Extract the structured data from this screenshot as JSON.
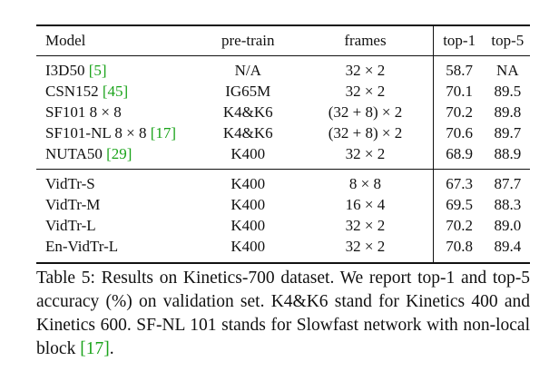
{
  "table": {
    "headers": [
      "Model",
      "pre-train",
      "frames",
      "top-1",
      "top-5"
    ],
    "group1": [
      {
        "model": "I3D50 ",
        "cite": "[5]",
        "model_suffix": "",
        "pretrain": "N/A",
        "frames": "32 × 2",
        "top1": "58.7",
        "top5": "NA"
      },
      {
        "model": "CSN152 ",
        "cite": "[45]",
        "model_suffix": "",
        "pretrain": "IG65M",
        "frames": "32 × 2",
        "top1": "70.1",
        "top5": "89.5"
      },
      {
        "model": "SF101 8 × 8",
        "cite": "",
        "model_suffix": "",
        "pretrain": "K4&K6",
        "frames": "(32 + 8) × 2",
        "top1": "70.2",
        "top5": "89.8"
      },
      {
        "model": "SF101-NL 8 × 8 ",
        "cite": "[17]",
        "model_suffix": "",
        "pretrain": "K4&K6",
        "frames": "(32 + 8) × 2",
        "top1": "70.6",
        "top5": "89.7"
      },
      {
        "model": "NUTA50 ",
        "cite": "[29]",
        "model_suffix": "",
        "pretrain": "K400",
        "frames": "32 × 2",
        "top1": "68.9",
        "top5": "88.9"
      }
    ],
    "group2": [
      {
        "model": "VidTr-S",
        "cite": "",
        "model_suffix": "",
        "pretrain": "K400",
        "frames": "8 × 8",
        "top1": "67.3",
        "top5": "87.7"
      },
      {
        "model": "VidTr-M",
        "cite": "",
        "model_suffix": "",
        "pretrain": "K400",
        "frames": "16 × 4",
        "top1": "69.5",
        "top5": "88.3"
      },
      {
        "model": "VidTr-L",
        "cite": "",
        "model_suffix": "",
        "pretrain": "K400",
        "frames": "32 × 2",
        "top1": "70.2",
        "top5": "89.0"
      },
      {
        "model": "En-VidTr-L",
        "cite": "",
        "model_suffix": "",
        "pretrain": "K400",
        "frames": "32 × 2",
        "top1": "70.8",
        "top5": "89.4"
      }
    ]
  },
  "caption": {
    "text": "Table 5: Results on Kinetics-700 dataset. We report top-1 and top-5 accuracy (%) on validation set. K4&K6 stand for Kinetics 400 and Kinetics 600. SF-NL 101 stands for Slowfast network with non-local block ",
    "cite": "[17]",
    "end": "."
  },
  "colors": {
    "citation": "#1aa31a",
    "text": "#111111"
  }
}
